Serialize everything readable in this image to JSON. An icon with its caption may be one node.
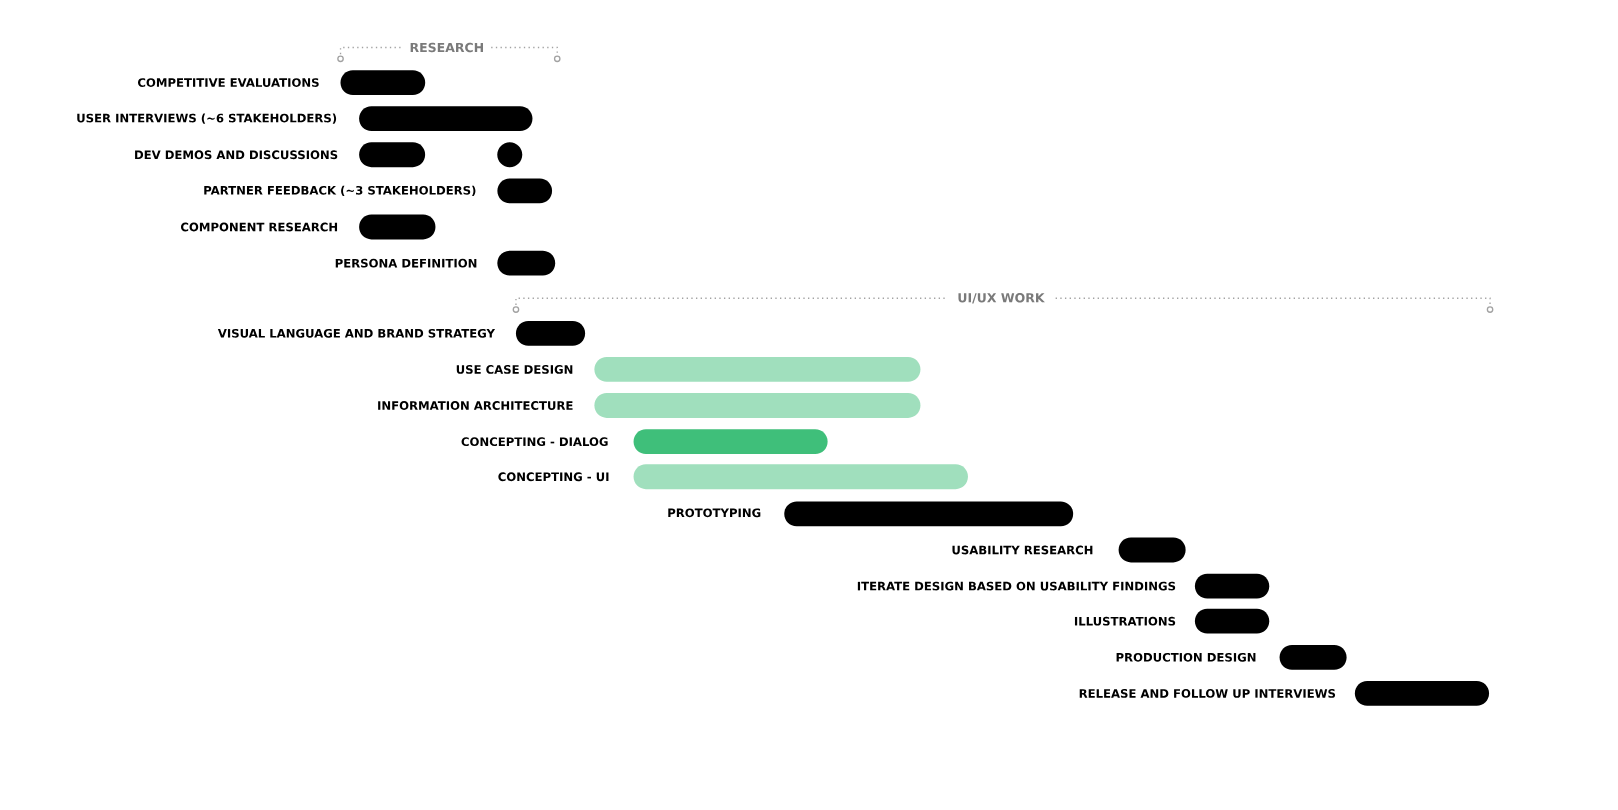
{
  "diagram": {
    "nodes": [
      {
        "text": [],
        "shape": "bar",
        "beside": [
          "COMPETITIVE EVALUATIONS"
        ]
      },
      {
        "text": [],
        "shape": "bar",
        "beside": [
          "USER INTERVIEWS (~6 STAKEHOLDERS)"
        ]
      },
      {
        "text": [],
        "shape": "bar",
        "beside": [
          "DEV DEMOS AND DISCUSSIONS"
        ]
      },
      {
        "text": [],
        "shape": "circle"
      },
      {
        "text": [],
        "shape": "bar",
        "beside": [
          "PARTNER FEEDBACK (~3 STAKEHOLDERS)"
        ]
      },
      {
        "text": [],
        "shape": "bar",
        "beside": [
          "COMPONENT RESEARCH"
        ]
      },
      {
        "text": [],
        "shape": "bar",
        "beside": [
          "PERSONA DEFINITION"
        ]
      },
      {
        "text": [],
        "shape": "bar",
        "beside": [
          "VISUAL LANGUAGE AND BRAND STRATEGY"
        ]
      },
      {
        "text": [],
        "shape": "bar",
        "beside": [
          "USE CASE DESIGN"
        ]
      },
      {
        "text": [],
        "shape": "bar",
        "beside": [
          "INFORMATION ARCHITECTURE"
        ]
      },
      {
        "text": [],
        "shape": "bar",
        "beside": [
          "CONCEPTING - DIALOG"
        ]
      },
      {
        "text": [],
        "shape": "bar",
        "beside": [
          "CONCEPTING - UI"
        ]
      },
      {
        "text": [],
        "shape": "bar",
        "beside": [
          "PROTOTYPING"
        ]
      },
      {
        "text": [],
        "shape": "bar",
        "beside": [
          "USABILITY RESEARCH"
        ]
      },
      {
        "text": [],
        "shape": "bar",
        "beside": [
          "ITERATE DESIGN BASED ON USABILITY FINDINGS"
        ]
      },
      {
        "text": [],
        "shape": "bar",
        "beside": [
          "ILLUSTRATIONS"
        ]
      },
      {
        "text": [],
        "shape": "bar",
        "beside": [
          "PRODUCTION DESIGN"
        ]
      },
      {
        "text": [],
        "shape": "bar",
        "beside": [
          "RELEASE AND FOLLOW UP INTERVIEWS"
        ]
      }
    ],
    "labels": [
      "RESEARCH",
      "UI/UX WORK"
    ]
  }
}
